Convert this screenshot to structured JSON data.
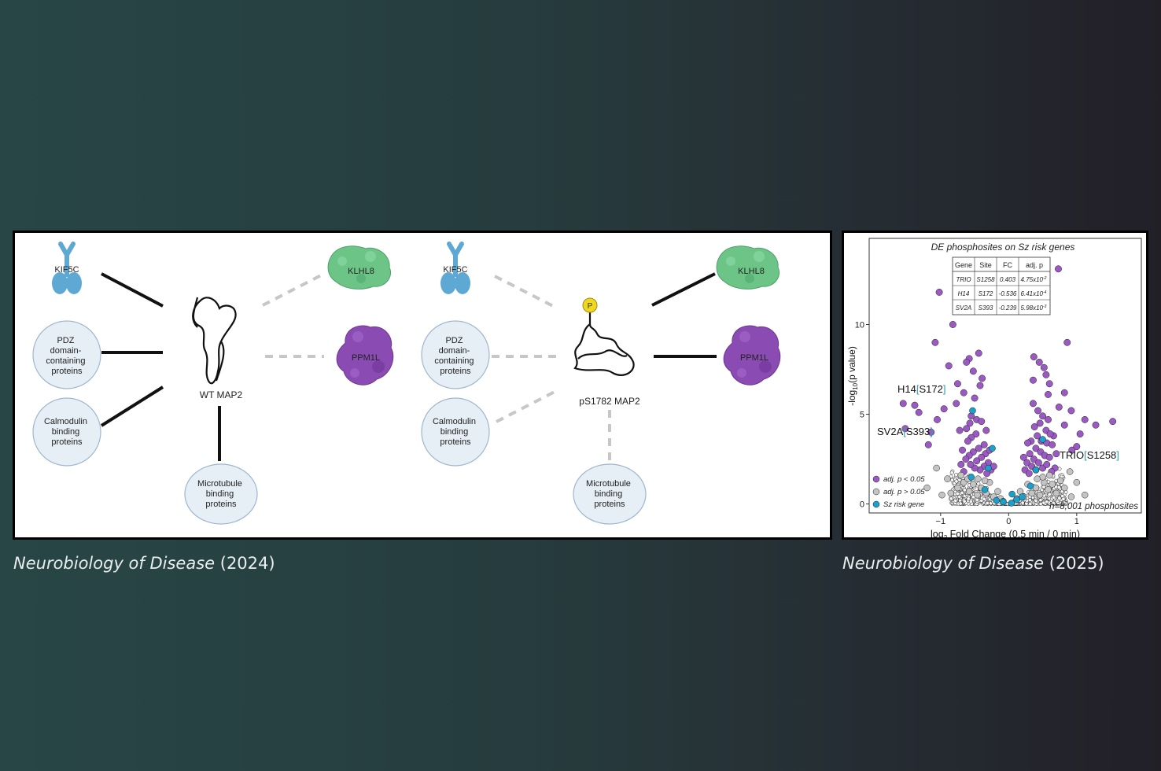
{
  "figure_left": {
    "wt": {
      "kif5c": "KIF5C",
      "pdz": [
        "PDZ",
        "domain-",
        "containing",
        "proteins"
      ],
      "calmodulin": [
        "Calmodulin",
        "binding",
        "proteins"
      ],
      "microtubule": [
        "Microtubule",
        "binding",
        "proteins"
      ],
      "map2_label": "WT MAP2",
      "klhl8": "KLHL8",
      "ppm1l": "PPM1L"
    },
    "ps": {
      "kif5c": "KIF5C",
      "pdz": [
        "PDZ",
        "domain-",
        "containing",
        "proteins"
      ],
      "calmodulin": [
        "Calmodulin",
        "binding",
        "proteins"
      ],
      "microtubule": [
        "Microtubule",
        "binding",
        "proteins"
      ],
      "map2_label": "pS1782  MAP2",
      "phospho": "P",
      "klhl8": "KLHL8",
      "ppm1l": "PPM1L"
    },
    "colors": {
      "kif5c": "#5ea8d4",
      "klhl8": "#6cc487",
      "ppm1l": "#8a4cb2",
      "phospho": "#f1d81e",
      "bubble": "#e6eef6"
    }
  },
  "figure_right": {
    "title": "DE phosphosites on Sz risk genes",
    "table": {
      "headers": [
        "Gene",
        "Site",
        "FC",
        "adj. p"
      ],
      "rows": [
        [
          "TRIO",
          "S1258",
          "0.403",
          "4.75x10"
        ],
        [
          "H14",
          "S172",
          "-0.536",
          "6.41x10"
        ],
        [
          "SV2A",
          "S393",
          "-0.239",
          "5.98x10"
        ]
      ],
      "exponents": [
        "-2",
        "-4",
        "-3"
      ]
    },
    "ylabel": {
      "pre": "-log",
      "sub": "10",
      "post": "(p value)"
    },
    "xlabel": {
      "pre": "log",
      "sub": "2",
      "post": " Fold Change (0.5 min / 0 min)"
    },
    "annotations": [
      {
        "gene": "H14",
        "site": "S172"
      },
      {
        "gene": "SV2A",
        "site": "S393"
      },
      {
        "gene": "TRIO",
        "site": "S1258"
      }
    ],
    "legend": [
      "adj. p < 0.05",
      "adj. p > 0.05",
      "Sz risk gene"
    ],
    "n_label": "n=8,001 phosphosites",
    "colors": {
      "sig": "#9b59c4",
      "nonsig": "#c4c4c4",
      "sz": "#1aa0cc",
      "tiny": "#2b2b2b",
      "site": "#2a9fae"
    }
  },
  "chart_data": {
    "type": "scatter",
    "title": "DE phosphosites on Sz risk genes",
    "xlabel": "log2 Fold Change (0.5 min / 0 min)",
    "ylabel": "-log10(p value)",
    "xlim": [
      -2.05,
      1.95
    ],
    "ylim": [
      -0.5,
      14.8
    ],
    "xticks": [
      -1,
      0,
      1
    ],
    "yticks": [
      0,
      5,
      10
    ],
    "grid": false,
    "legend_position": "bottom-left",
    "series": [
      {
        "name": "adj. p < 0.05",
        "points": [
          [
            -1.02,
            11.8
          ],
          [
            0.73,
            13.1
          ],
          [
            -0.82,
            10.0
          ],
          [
            -1.08,
            9.0
          ],
          [
            0.86,
            9.0
          ],
          [
            -0.44,
            8.4
          ],
          [
            -0.58,
            8.1
          ],
          [
            -0.62,
            7.9
          ],
          [
            0.37,
            8.2
          ],
          [
            0.45,
            7.9
          ],
          [
            0.52,
            7.6
          ],
          [
            -0.88,
            7.7
          ],
          [
            -0.52,
            7.4
          ],
          [
            -0.39,
            7.0
          ],
          [
            0.55,
            7.2
          ],
          [
            0.36,
            6.9
          ],
          [
            -0.75,
            6.7
          ],
          [
            0.6,
            6.7
          ],
          [
            -0.42,
            6.6
          ],
          [
            0.82,
            6.2
          ],
          [
            -0.66,
            6.2
          ],
          [
            0.58,
            6.1
          ],
          [
            -1.55,
            5.6
          ],
          [
            -1.38,
            5.5
          ],
          [
            -1.32,
            5.1
          ],
          [
            -1.05,
            4.7
          ],
          [
            -0.77,
            5.6
          ],
          [
            -0.95,
            5.3
          ],
          [
            0.74,
            5.4
          ],
          [
            0.92,
            5.2
          ],
          [
            1.12,
            4.7
          ],
          [
            1.28,
            4.4
          ],
          [
            1.53,
            4.6
          ],
          [
            0.82,
            4.4
          ],
          [
            -1.52,
            4.2
          ],
          [
            -0.72,
            4.1
          ],
          [
            0.66,
            3.8
          ],
          [
            -1.14,
            4.0
          ],
          [
            1.05,
            3.9
          ],
          [
            1.0,
            3.2
          ],
          [
            -1.18,
            3.3
          ],
          [
            0.93,
            3.0
          ],
          [
            -0.5,
            5.9
          ],
          [
            -0.55,
            4.9
          ],
          [
            -0.47,
            4.7
          ],
          [
            -0.57,
            4.5
          ],
          [
            -0.62,
            4.2
          ],
          [
            -0.4,
            4.6
          ],
          [
            -0.33,
            4.1
          ],
          [
            -0.48,
            3.9
          ],
          [
            -0.55,
            3.7
          ],
          [
            -0.6,
            3.5
          ],
          [
            -0.36,
            3.3
          ],
          [
            -0.44,
            3.1
          ],
          [
            -0.52,
            2.9
          ],
          [
            -0.58,
            2.7
          ],
          [
            -0.34,
            2.8
          ],
          [
            -0.4,
            2.6
          ],
          [
            -0.47,
            2.4
          ],
          [
            -0.63,
            2.5
          ],
          [
            -0.3,
            2.3
          ],
          [
            -0.36,
            2.1
          ],
          [
            -0.42,
            1.9
          ],
          [
            -0.5,
            2.0
          ],
          [
            -0.56,
            2.2
          ],
          [
            -0.26,
            1.9
          ],
          [
            -0.32,
            1.7
          ],
          [
            -0.28,
            3.0
          ],
          [
            -0.22,
            2.1
          ],
          [
            -0.68,
            3.0
          ],
          [
            -0.7,
            2.2
          ],
          [
            0.36,
            5.6
          ],
          [
            0.43,
            5.2
          ],
          [
            0.5,
            4.9
          ],
          [
            0.58,
            4.7
          ],
          [
            0.46,
            4.5
          ],
          [
            0.38,
            4.3
          ],
          [
            0.55,
            4.1
          ],
          [
            0.61,
            3.9
          ],
          [
            0.42,
            3.8
          ],
          [
            0.48,
            3.5
          ],
          [
            0.56,
            3.4
          ],
          [
            0.33,
            3.5
          ],
          [
            0.64,
            3.3
          ],
          [
            0.4,
            3.1
          ],
          [
            0.47,
            2.9
          ],
          [
            0.53,
            2.7
          ],
          [
            0.31,
            2.8
          ],
          [
            0.37,
            2.5
          ],
          [
            0.44,
            2.3
          ],
          [
            0.6,
            2.6
          ],
          [
            0.27,
            2.3
          ],
          [
            0.34,
            2.1
          ],
          [
            0.4,
            1.9
          ],
          [
            0.5,
            2.0
          ],
          [
            0.56,
            2.2
          ],
          [
            0.24,
            1.9
          ],
          [
            0.3,
            1.7
          ],
          [
            0.22,
            2.6
          ],
          [
            0.28,
            3.4
          ],
          [
            0.68,
            2.0
          ],
          [
            0.7,
            2.8
          ],
          [
            -0.66,
            1.8
          ],
          [
            0.63,
            1.8
          ]
        ]
      },
      {
        "name": "adj. p > 0.05",
        "points": [
          [
            -0.75,
            0.9
          ],
          [
            -0.66,
            1.2
          ],
          [
            -0.58,
            0.7
          ],
          [
            -0.52,
            1.1
          ],
          [
            -0.46,
            0.5
          ],
          [
            -0.4,
            0.9
          ],
          [
            -0.33,
            0.6
          ],
          [
            -0.28,
            1.2
          ],
          [
            -0.22,
            0.4
          ],
          [
            -0.16,
            0.7
          ],
          [
            -0.12,
            0.3
          ],
          [
            -0.9,
            1.4
          ],
          [
            -0.85,
            0.6
          ],
          [
            -0.7,
            1.6
          ],
          [
            -0.6,
            1.4
          ],
          [
            -0.45,
            1.4
          ],
          [
            -0.35,
            1.3
          ],
          [
            0.12,
            0.3
          ],
          [
            0.17,
            0.7
          ],
          [
            0.22,
            0.4
          ],
          [
            0.28,
            1.1
          ],
          [
            0.34,
            0.6
          ],
          [
            0.4,
            0.9
          ],
          [
            0.46,
            0.5
          ],
          [
            0.52,
            1.2
          ],
          [
            0.58,
            0.8
          ],
          [
            0.64,
            1.1
          ],
          [
            0.7,
            0.6
          ],
          [
            0.76,
            1.3
          ],
          [
            0.82,
            0.9
          ],
          [
            0.5,
            1.5
          ],
          [
            0.42,
            1.4
          ],
          [
            0.6,
            1.6
          ],
          [
            -1.06,
            2.0
          ],
          [
            -1.2,
            0.9
          ],
          [
            0.9,
            1.8
          ],
          [
            1.0,
            1.2
          ],
          [
            1.12,
            0.5
          ],
          [
            0.92,
            0.4
          ],
          [
            -0.98,
            0.5
          ],
          [
            0.1,
            0.1
          ],
          [
            -0.08,
            0.15
          ]
        ]
      },
      {
        "name": "Sz risk gene",
        "points": [
          [
            -0.53,
            5.2
          ],
          [
            -0.24,
            3.1
          ],
          [
            0.4,
            1.9
          ],
          [
            -0.55,
            1.5
          ],
          [
            -0.3,
            2.0
          ],
          [
            -0.18,
            0.2
          ],
          [
            0.04,
            0.05
          ],
          [
            0.12,
            0.25
          ],
          [
            0.2,
            0.4
          ],
          [
            -0.08,
            0.12
          ],
          [
            0.32,
            1.0
          ],
          [
            -0.35,
            0.8
          ],
          [
            0.5,
            3.6
          ],
          [
            0.05,
            0.55
          ]
        ]
      }
    ]
  }
}
